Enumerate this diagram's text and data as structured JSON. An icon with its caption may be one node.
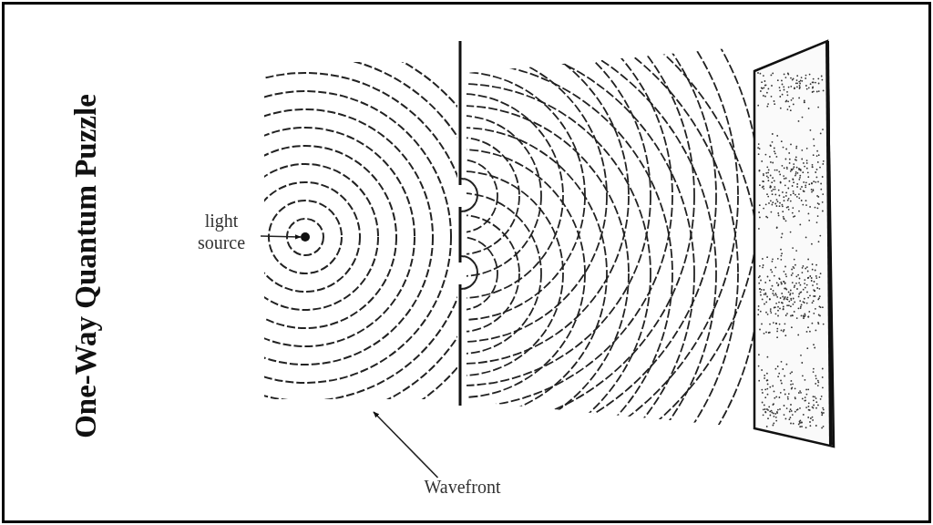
{
  "diagram": {
    "title": "One-Way Quantum Puzzle",
    "nodes": [
      {
        "text": [
          "light source"
        ]
      },
      {
        "text": [],
        "shape": "circle"
      },
      {
        "text": [
          "Wavefront"
        ]
      }
    ],
    "edges": [
      {
        "from": 0,
        "to": 1,
        "arrow": "to"
      },
      {
        "from": 2,
        "to": null,
        "arrow": "to"
      }
    ]
  }
}
